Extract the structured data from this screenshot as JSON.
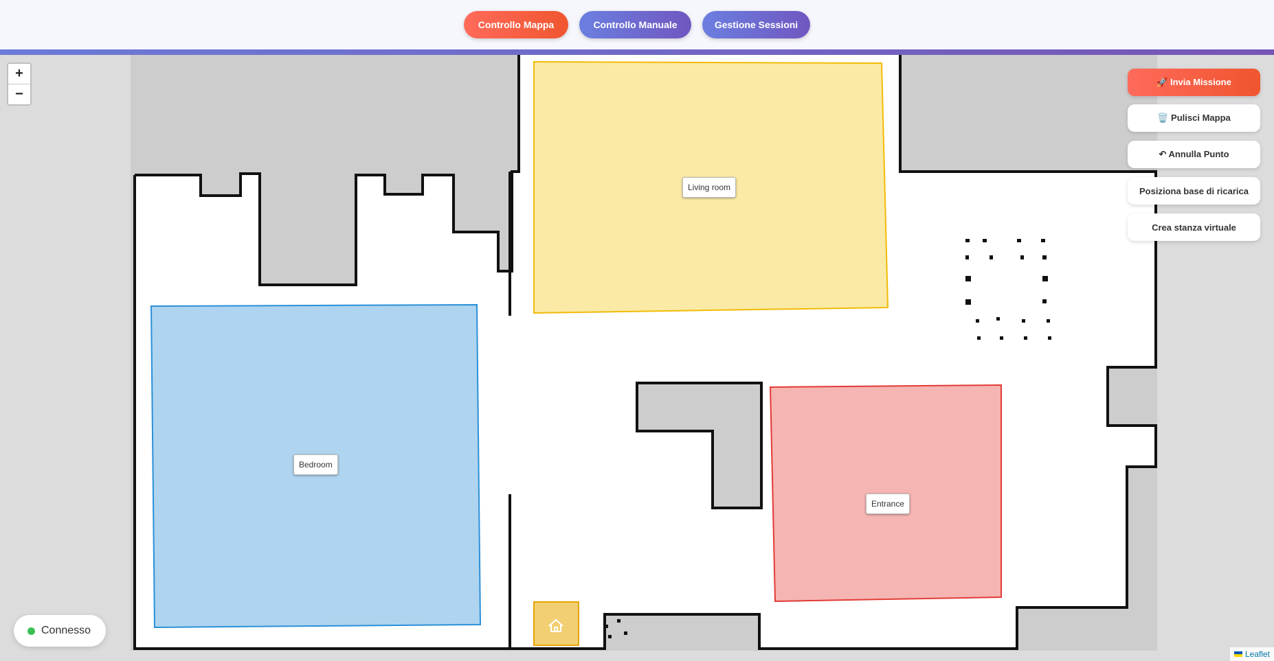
{
  "nav": {
    "map_control": "Controllo Mappa",
    "manual_control": "Controllo Manuale",
    "sessions": "Gestione Sessioni"
  },
  "zoom": {
    "in": "+",
    "out": "−"
  },
  "rooms": {
    "living": {
      "label": "Living room",
      "color": "#f5d95c"
    },
    "bedroom": {
      "label": "Bedroom",
      "color": "#84bde6"
    },
    "entrance": {
      "label": "Entrance",
      "color": "#ef8d88"
    }
  },
  "actions": {
    "send": "🚀 Invia Missione",
    "clear": "🗑️ Pulisci Mappa",
    "undo": "↶ Annulla Punto",
    "dock": "Posiziona base di ricarica",
    "virtual_room": "Crea stanza virtuale"
  },
  "status": {
    "text": "Connesso",
    "color": "#3dbf55"
  },
  "attribution": "Leaflet",
  "icons": {
    "dock": "home-icon"
  }
}
